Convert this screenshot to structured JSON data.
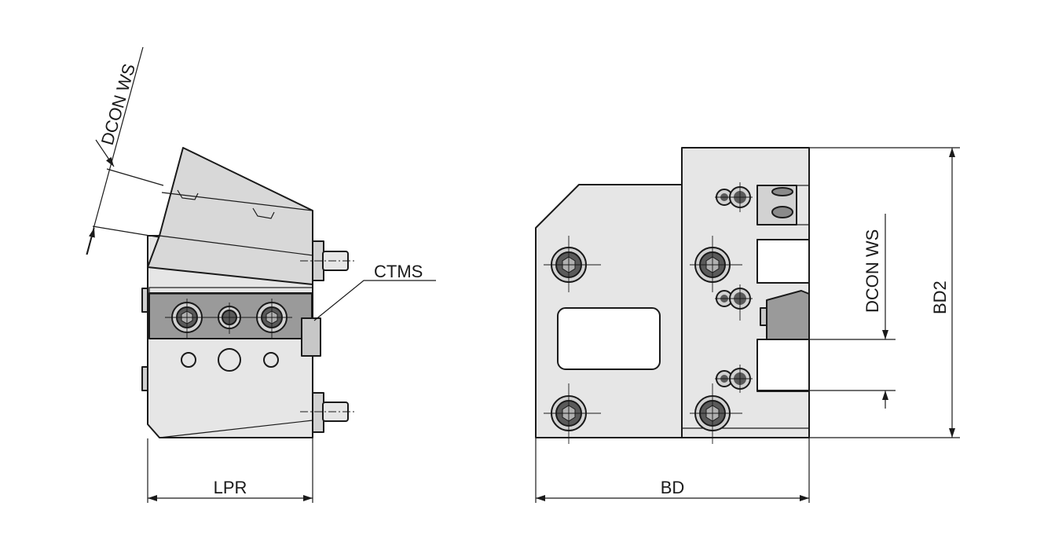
{
  "labels": {
    "left_dcon": "DCON WS",
    "ctms": "CTMS",
    "lpr": "LPR",
    "right_dcon": "DCON WS",
    "bd2": "BD2",
    "bd": "BD"
  },
  "colors": {
    "line": "#1a1a1a",
    "body_light": "#e6e6e6",
    "body_mid": "#d2d2d2",
    "body_dark": "#9a9a9a",
    "hole": "#5a5a5a",
    "background": "#ffffff"
  }
}
